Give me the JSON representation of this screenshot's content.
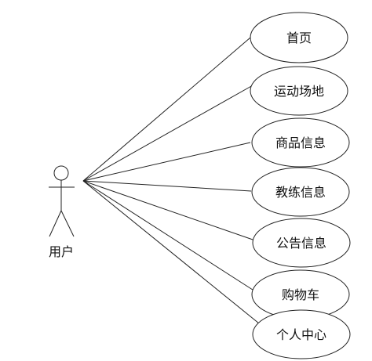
{
  "actor": {
    "label": "用户"
  },
  "use_cases": [
    {
      "label": "首页"
    },
    {
      "label": "运动场地"
    },
    {
      "label": "商品信息"
    },
    {
      "label": "教练信息"
    },
    {
      "label": "公告信息"
    },
    {
      "label": "购物车"
    },
    {
      "label": "个人中心"
    }
  ],
  "colors": {
    "stroke": "#222222",
    "fill": "#ffffff",
    "text": "#111111"
  }
}
